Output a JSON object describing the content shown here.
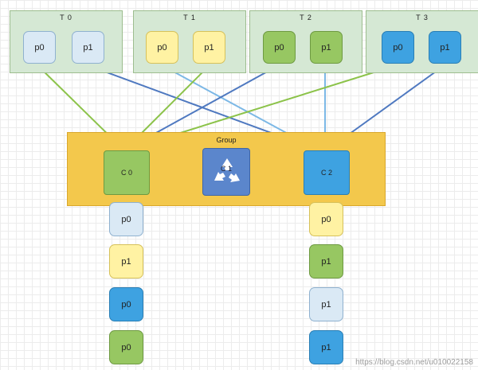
{
  "topics": [
    {
      "name": "T 0",
      "partitions": [
        "p0",
        "p1"
      ]
    },
    {
      "name": "T 1",
      "partitions": [
        "p0",
        "p1"
      ]
    },
    {
      "name": "T 2",
      "partitions": [
        "p0",
        "p1"
      ]
    },
    {
      "name": "T 3",
      "partitions": [
        "p0",
        "p1"
      ]
    }
  ],
  "group": {
    "label": "Group"
  },
  "consumers": [
    {
      "name": "C 0"
    },
    {
      "name": "C 1",
      "icon": "recycle-icon"
    },
    {
      "name": "C 2"
    }
  ],
  "c0_assigned": [
    "p0",
    "p1",
    "p0",
    "p0"
  ],
  "c2_assigned": [
    "p0",
    "p1",
    "p1",
    "p1"
  ],
  "watermark": "https://blog.csdn.net/u010022158",
  "colors": {
    "topic_bg": "#d5e8d4",
    "light_blue": "#dae9f5",
    "yellow": "#fff2a3",
    "green": "#97c762",
    "blue": "#3ea2e1",
    "group_bg": "#f3c84c",
    "consumer_c1": "#5b86cc",
    "line_green": "#8cc34a",
    "line_blue": "#4f79c0",
    "line_lightblue": "#7cb8e6"
  }
}
